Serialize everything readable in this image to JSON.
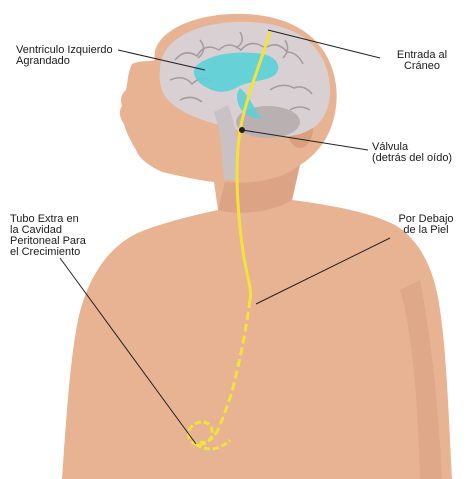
{
  "labels": {
    "ventricle": "Ventriculo Izquierdo\nAgrandado",
    "skull_entry": "Entrada al\nCráneo",
    "valve": "Válvula\n(detrás del oído)",
    "under_skin": "Por Debajo\nde la Piel",
    "extra_tube": "Tubo Extra en\nla Cavidad\nPeritoneal Para\nel Crecimiento"
  },
  "colors": {
    "skin": "#e7b393",
    "skin_shadow": "#d79e7d",
    "brain": "#d8d0d2",
    "brain_fold": "#8d8585",
    "ventricle": "#5ad0d6",
    "shunt_tube": "#f2e33b",
    "leader_line": "#222222"
  }
}
